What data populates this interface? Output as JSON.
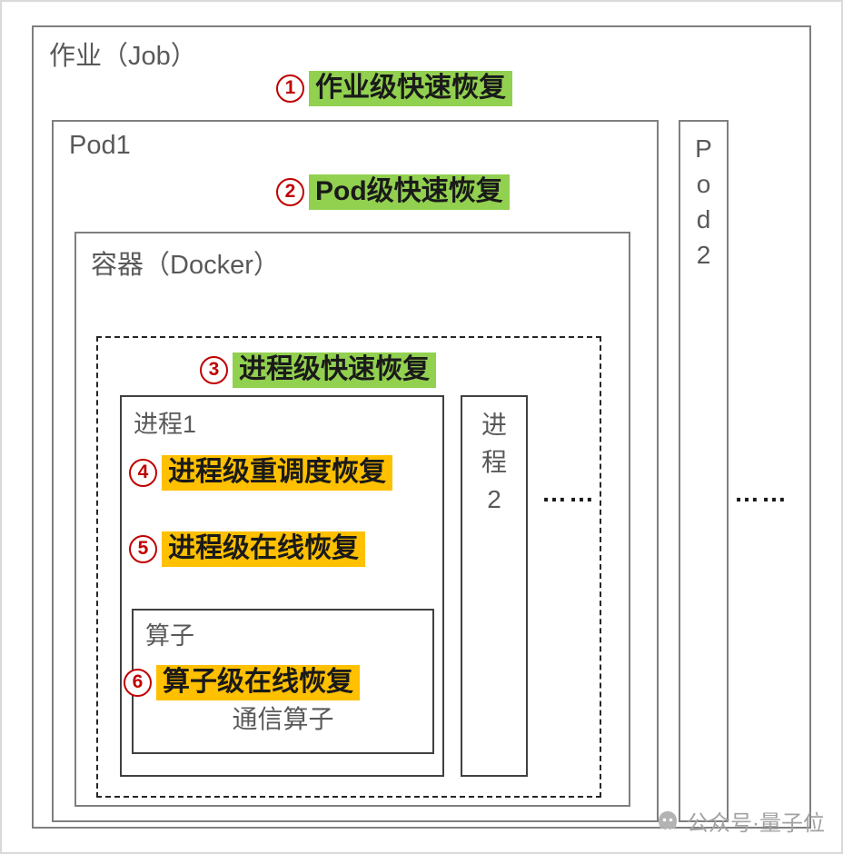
{
  "colors": {
    "green": "#92d050",
    "amber": "#ffc000",
    "red": "#c00000",
    "border_gray": "#7f7f7f",
    "border_dark": "#404040",
    "label_gray": "#595959"
  },
  "job": {
    "title": "作业（Job）",
    "recovery": {
      "num": "1",
      "label": "作业级快速恢复"
    }
  },
  "pod1": {
    "title": "Pod1",
    "recovery": {
      "num": "2",
      "label": "Pod级快速恢复"
    }
  },
  "pod2": {
    "stacked_title": "P\no\nd\n2"
  },
  "container": {
    "title": "容器（Docker）"
  },
  "process_group": {
    "recovery": {
      "num": "3",
      "label": "进程级快速恢复"
    }
  },
  "process1": {
    "title": "进程1",
    "recovery_reschedule": {
      "num": "4",
      "label": "进程级重调度恢复"
    },
    "recovery_online": {
      "num": "5",
      "label": "进程级在线恢复"
    }
  },
  "process2": {
    "stacked_title": "进\n程\n2"
  },
  "operator": {
    "title": "算子",
    "recovery": {
      "num": "6",
      "label": "算子级在线恢复"
    },
    "sub_label": "通信算子"
  },
  "ellipsis_inner": "……",
  "ellipsis_outer": "……",
  "watermark": {
    "text": "公众号·量子位"
  }
}
